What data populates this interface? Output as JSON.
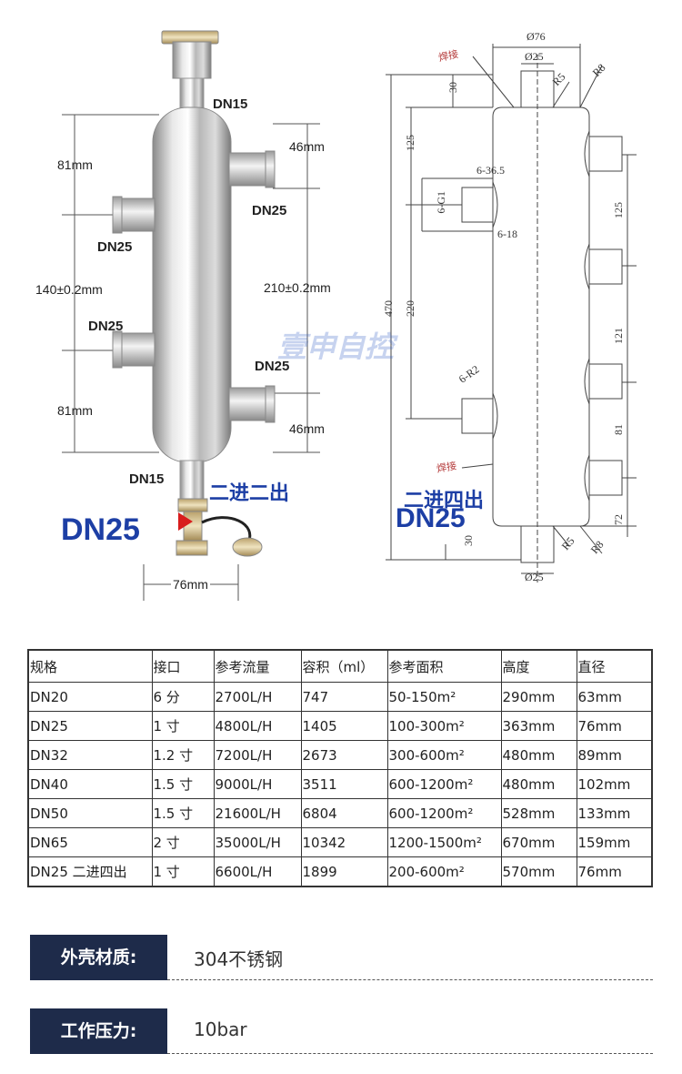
{
  "photo": {
    "labels": {
      "top_port": "DN15",
      "right_offset_top": "46mm",
      "left_offset_top": "81mm",
      "right_port_top": "DN25",
      "left_port_top": "DN25",
      "left_span": "140±0.2mm",
      "right_span": "210±0.2mm",
      "left_port_bottom": "DN25",
      "right_port_bottom": "DN25",
      "left_offset_bottom": "81mm",
      "right_offset_bottom": "46mm",
      "bottom_port": "DN15",
      "inout": "二进二出",
      "model": "DN25",
      "diameter": "76mm"
    }
  },
  "drawing": {
    "labels": {
      "top_diameter": "Ø76",
      "top_pipe": "Ø25",
      "weld_top": "焊接",
      "r5_top": "R5",
      "r8_top": "R8",
      "dim_30_top": "30",
      "dim_125_left": "125",
      "dim_36_5": "6-36.5",
      "thread": "6-G1",
      "dim_18": "6-18",
      "dim_125_right": "125",
      "dim_470": "470",
      "dim_220": "220",
      "dim_121": "121",
      "r2": "6-R2",
      "dim_81": "81",
      "weld_bottom": "焊接",
      "dim_72": "72",
      "dim_30_bottom": "30",
      "r5_bottom": "R5",
      "r8_bottom": "R8",
      "bottom_pipe": "Ø25",
      "inout": "二进四出",
      "model": "DN25"
    },
    "watermark": "壹申自控"
  },
  "spec_table": {
    "headers": [
      "规格",
      "接口",
      "参考流量",
      "容积（ml）",
      "参考面积",
      "高度",
      "直径"
    ],
    "rows": [
      [
        "DN20",
        "6 分",
        "2700L/H",
        "747",
        "50-150m²",
        "290mm",
        "63mm"
      ],
      [
        "DN25",
        "1 寸",
        "4800L/H",
        "1405",
        "100-300m²",
        "363mm",
        "76mm"
      ],
      [
        "DN32",
        "1.2 寸",
        "7200L/H",
        "2673",
        "300-600m²",
        "480mm",
        "89mm"
      ],
      [
        "DN40",
        "1.5 寸",
        "9000L/H",
        "3511",
        "600-1200m²",
        "480mm",
        "102mm"
      ],
      [
        "DN50",
        "1.5 寸",
        "21600L/H",
        "6804",
        "600-1200m²",
        "528mm",
        "133mm"
      ],
      [
        "DN65",
        "2 寸",
        "35000L/H",
        "10342",
        "1200-1500m²",
        "670mm",
        "159mm"
      ],
      [
        "DN25 二进四出",
        "1 寸",
        "6600L/H",
        "1899",
        "200-600m²",
        "570mm",
        "76mm"
      ]
    ]
  },
  "properties": [
    {
      "label": "外壳材质:",
      "value": "304不锈钢"
    },
    {
      "label": "工作压力:",
      "value": "10bar"
    }
  ],
  "colors": {
    "accent_blue": "#1d3fa5",
    "label_bg": "#1e2b4a",
    "weld_red": "#b53b3b"
  }
}
